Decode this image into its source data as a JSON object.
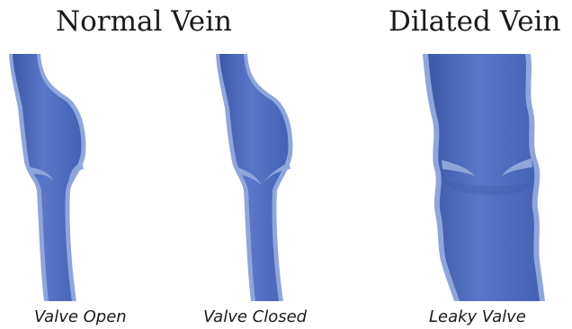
{
  "headings": {
    "normal": "Normal Vein",
    "dilated": "Dilated Vein"
  },
  "captions": {
    "open": "Valve Open",
    "closed": "Valve Closed",
    "leaky": "Leaky Valve"
  },
  "colors": {
    "vein_outer": "#8fa6db",
    "vein_inner": "#4f6cc0",
    "vein_highlight": "#6d86cf",
    "vein_shadow": "#3e58a8",
    "valve_flap": "#8fa6db",
    "text": "#1a1a1a"
  }
}
